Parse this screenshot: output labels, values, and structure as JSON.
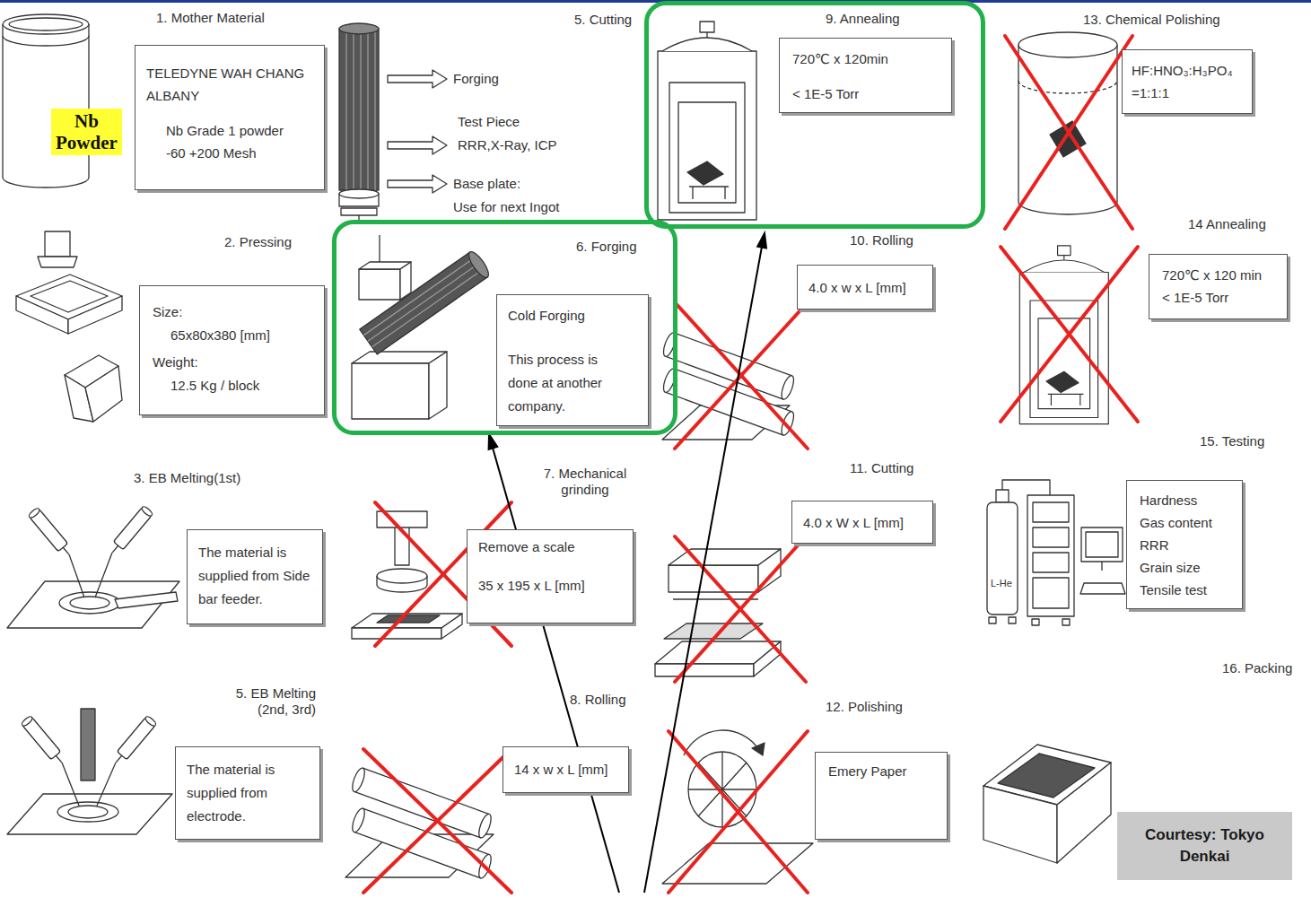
{
  "diagram": {
    "nodes": [
      {
        "text": [
          "Nb Powder"
        ]
      },
      {
        "text": [
          "1. Mother Material",
          "TELEDYNE WAH CHANG ALBANY",
          "Nb Grade 1 powder",
          "-60 +200 Mesh"
        ]
      },
      {
        "text": [
          "2. Pressing",
          "Size:",
          "65x80x380 [mm]",
          "Weight:",
          "12.5 Kg / block"
        ]
      },
      {
        "text": [
          "3. EB Melting(1st)",
          "The material is supplied from Side bar feeder."
        ]
      },
      {
        "text": [
          "5. EB Melting (2nd, 3rd)",
          "The material is supplied from electrode."
        ]
      },
      {
        "text": [
          "6. Forging"
        ]
      },
      {
        "text": [
          "Cold Forging",
          "This process is done at another company."
        ],
        "in": 5
      },
      {
        "text": [
          "7. Mechanical grinding",
          "Remove a scale",
          "35 x 195 x L [mm]"
        ]
      },
      {
        "text": [
          "8. Rolling",
          "14 x w x L [mm]"
        ]
      },
      {
        "text": [
          "9. Annealing"
        ]
      },
      {
        "text": [
          "720℃ x 120min",
          "< 1E-5 Torr"
        ],
        "in": 9
      },
      {
        "text": [
          "10. Rolling",
          "4.0 x w x L [mm]"
        ]
      },
      {
        "text": [
          "11. Cutting",
          "4.0 x W x L [mm]"
        ]
      },
      {
        "text": [
          "12. Polishing",
          "Emery Paper"
        ]
      },
      {
        "text": [
          "13. Chemical Polishing",
          "HF:HNO₃:H₃PO₄ =1:1:1"
        ]
      },
      {
        "text": [
          "14 Annealing",
          "720℃ x 120 min",
          "< 1E-5 Torr"
        ]
      },
      {
        "text": [
          "15. Testing",
          "Hardness",
          "Gas content",
          "RRR",
          "Grain size",
          "Tensile test"
        ]
      },
      {
        "text": [
          "Courtesy: Tokyo Denkai"
        ]
      }
    ],
    "labels": [
      "5. Cutting",
      "Forging",
      "Test Piece",
      "RRR,X-Ray, ICP",
      "Base plate:",
      "Use for next Ingot",
      "L-He",
      "16. Packing"
    ]
  }
}
